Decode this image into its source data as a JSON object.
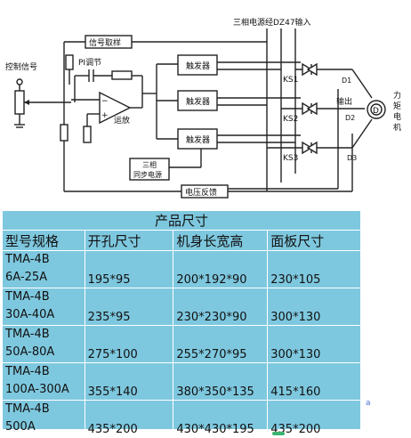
{
  "diagram": {
    "input_label": "三相电源经DZ47输入",
    "control_signal": "控制信号",
    "signal_sample": "信号取样",
    "pi_regulator": "PI调节",
    "op_amp": "运放",
    "trigger": "触发器",
    "sync_supply_line1": "三相",
    "sync_supply_line2": "同步电源",
    "voltage_feedback": "电压反馈",
    "thyristors": [
      "KS1",
      "KS2",
      "KS3"
    ],
    "outputs": [
      "D1",
      "D2",
      "D3"
    ],
    "output_label": "输出",
    "motor_symbol": "D",
    "motor_label": [
      "力",
      "矩",
      "电",
      "机"
    ],
    "op_minus": "−",
    "op_plus": "+"
  },
  "spec_table": {
    "title": "产品尺寸",
    "headers": [
      "型号规格",
      "开孔尺寸",
      "机身长宽高",
      "面板尺寸"
    ],
    "rows": [
      {
        "model_line1": "TMA-4B",
        "model_line2": "6A-25A",
        "hole": "195*95",
        "body": "200*192*90",
        "panel": "230*105"
      },
      {
        "model_line1": "TMA-4B",
        "model_line2": "30A-40A",
        "hole": "235*95",
        "body": "230*230*90",
        "panel": "300*130"
      },
      {
        "model_line1": "TMA-4B",
        "model_line2": "50A-80A",
        "hole": "275*100",
        "body": "255*270*95",
        "panel": "300*130"
      },
      {
        "model_line1": "TMA-4B",
        "model_line2": "100A-300A",
        "hole": "355*140",
        "body": "380*350*135",
        "panel": "415*160"
      },
      {
        "model_line1": "TMA-4B",
        "model_line2": "500A",
        "hole": "435*200",
        "body": "430*430*195",
        "panel": "435*200"
      }
    ]
  },
  "corner_mark": "a"
}
